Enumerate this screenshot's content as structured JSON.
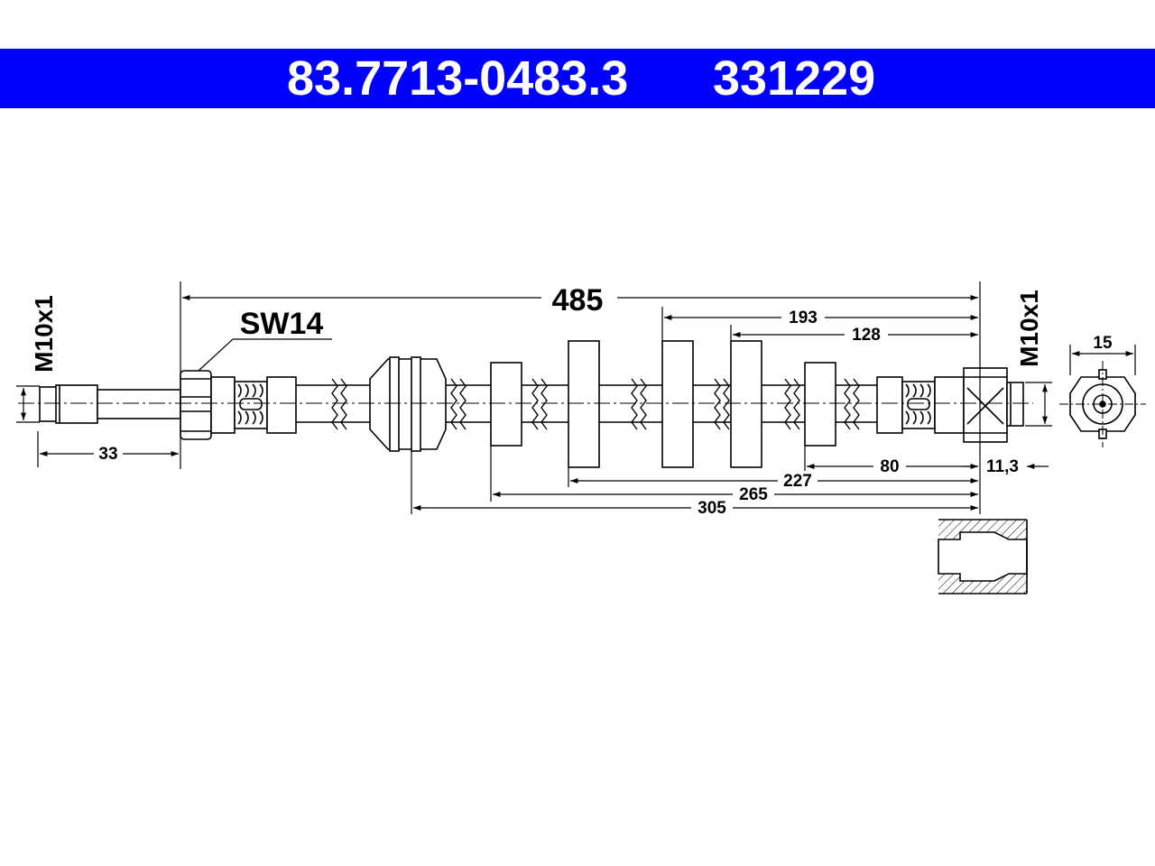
{
  "header": {
    "part_number": "83.7713-0483.3",
    "ref_number": "331229",
    "background": "#0000ff",
    "text_color": "#ffffff"
  },
  "dimensions": {
    "overall_length": "485",
    "thread_left": "M10x1",
    "thread_right": "M10x1",
    "wrench_size": "SW14",
    "left_fitting_length": "33",
    "d193": "193",
    "d128": "128",
    "d80": "80",
    "d227": "227",
    "d265": "265",
    "d305": "305",
    "d11_3": "11,3",
    "end_diameter": "15"
  }
}
